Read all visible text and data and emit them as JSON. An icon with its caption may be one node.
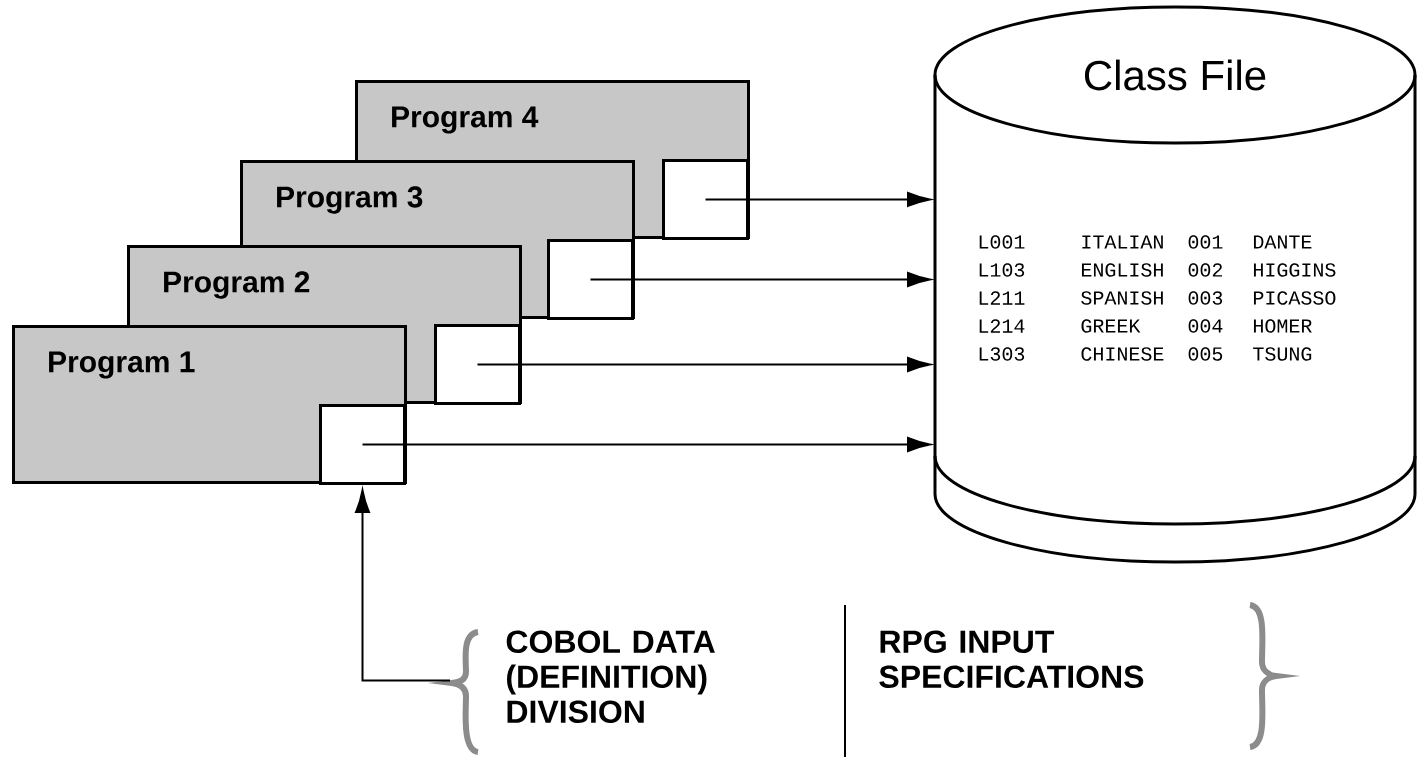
{
  "diagram": {
    "nodes": [
      {
        "text": [
          "Program 1"
        ]
      },
      {
        "text": [
          "Program 2"
        ]
      },
      {
        "text": [
          "Program 3"
        ]
      },
      {
        "text": [
          "Program 4"
        ]
      },
      {
        "text": [],
        "shape": "box",
        "in": 0
      },
      {
        "text": [],
        "shape": "box",
        "in": 1
      },
      {
        "text": [],
        "shape": "box",
        "in": 2
      },
      {
        "text": [],
        "shape": "box",
        "in": 3
      },
      {
        "text": [
          "Class File"
        ]
      },
      {
        "text": [
          "COBOL DATA (DEFINITION) DIVISION",
          "RPG INPUT SPECIFICATIONS"
        ]
      }
    ],
    "edges": [
      {
        "from": 4,
        "to": 8,
        "arrow": "to"
      },
      {
        "from": 5,
        "to": 8,
        "arrow": "to"
      },
      {
        "from": 6,
        "to": 8,
        "arrow": "to"
      },
      {
        "from": 7,
        "to": 8,
        "arrow": "to"
      },
      {
        "from": 9,
        "to": 4,
        "arrow": "to"
      }
    ],
    "labels": [
      "L001",
      "ITALIAN",
      "001",
      "DANTE",
      "L103",
      "ENGLISH",
      "002",
      "HIGGINS",
      "L211",
      "SPANISH",
      "003",
      "PICASSO",
      "L214",
      "GREEK",
      "004",
      "HOMER",
      "L303",
      "CHINESE",
      "005",
      "TSUNG"
    ]
  }
}
